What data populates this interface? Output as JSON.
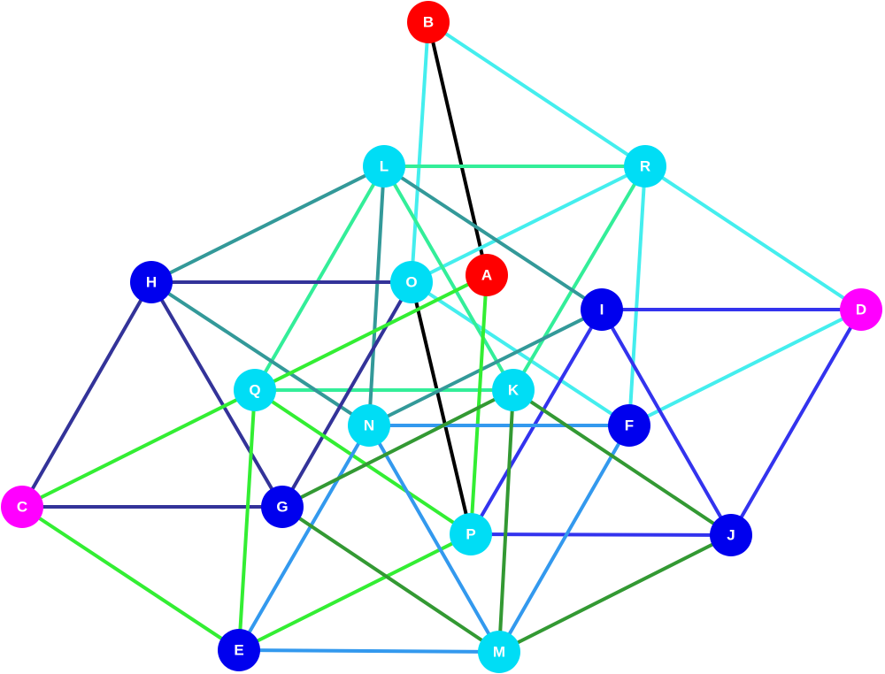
{
  "graph": {
    "nodes": [
      {
        "id": "A",
        "color": "#ff0000"
      },
      {
        "id": "B",
        "color": "#ff0000"
      },
      {
        "id": "C",
        "color": "#ff00ff"
      },
      {
        "id": "D",
        "color": "#ff00ff"
      },
      {
        "id": "E",
        "color": "#0000ee"
      },
      {
        "id": "F",
        "color": "#0000ee"
      },
      {
        "id": "G",
        "color": "#0000ee"
      },
      {
        "id": "H",
        "color": "#0000ee"
      },
      {
        "id": "I",
        "color": "#0000ee"
      },
      {
        "id": "J",
        "color": "#0000ee"
      },
      {
        "id": "K",
        "color": "#00ddf5"
      },
      {
        "id": "L",
        "color": "#00ddf5"
      },
      {
        "id": "M",
        "color": "#00ddf5"
      },
      {
        "id": "N",
        "color": "#00ddf5"
      },
      {
        "id": "O",
        "color": "#00ddf5"
      },
      {
        "id": "P",
        "color": "#00ddf5"
      },
      {
        "id": "Q",
        "color": "#00ddf5"
      },
      {
        "id": "R",
        "color": "#00ddf5"
      }
    ],
    "edges": [
      {
        "from": "B",
        "to": "A",
        "color": "#000000"
      },
      {
        "from": "O",
        "to": "P",
        "color": "#000000"
      },
      {
        "from": "B",
        "to": "R",
        "color": "#44eeee"
      },
      {
        "from": "B",
        "to": "O",
        "color": "#44eeee"
      },
      {
        "from": "R",
        "to": "O",
        "color": "#44eeee"
      },
      {
        "from": "R",
        "to": "D",
        "color": "#44eeee"
      },
      {
        "from": "R",
        "to": "F",
        "color": "#44eeee"
      },
      {
        "from": "O",
        "to": "F",
        "color": "#44eeee"
      },
      {
        "from": "D",
        "to": "F",
        "color": "#44eeee"
      },
      {
        "from": "L",
        "to": "R",
        "color": "#33ee99"
      },
      {
        "from": "L",
        "to": "Q",
        "color": "#33ee99"
      },
      {
        "from": "L",
        "to": "K",
        "color": "#33ee99"
      },
      {
        "from": "R",
        "to": "K",
        "color": "#33ee99"
      },
      {
        "from": "Q",
        "to": "K",
        "color": "#33ee99"
      },
      {
        "from": "L",
        "to": "H",
        "color": "#339999"
      },
      {
        "from": "L",
        "to": "N",
        "color": "#339999"
      },
      {
        "from": "L",
        "to": "I",
        "color": "#339999"
      },
      {
        "from": "H",
        "to": "N",
        "color": "#339999"
      },
      {
        "from": "I",
        "to": "N",
        "color": "#339999"
      },
      {
        "from": "H",
        "to": "O",
        "color": "#333399"
      },
      {
        "from": "H",
        "to": "C",
        "color": "#333399"
      },
      {
        "from": "H",
        "to": "G",
        "color": "#333399"
      },
      {
        "from": "C",
        "to": "G",
        "color": "#333399"
      },
      {
        "from": "O",
        "to": "G",
        "color": "#333399"
      },
      {
        "from": "A",
        "to": "C",
        "color": "#33ee33"
      },
      {
        "from": "A",
        "to": "P",
        "color": "#33ee33"
      },
      {
        "from": "Q",
        "to": "P",
        "color": "#33ee33"
      },
      {
        "from": "Q",
        "to": "E",
        "color": "#33ee33"
      },
      {
        "from": "C",
        "to": "E",
        "color": "#33ee33"
      },
      {
        "from": "P",
        "to": "E",
        "color": "#33ee33"
      },
      {
        "from": "I",
        "to": "D",
        "color": "#3333ee"
      },
      {
        "from": "I",
        "to": "P",
        "color": "#3333ee"
      },
      {
        "from": "I",
        "to": "J",
        "color": "#3333ee"
      },
      {
        "from": "D",
        "to": "J",
        "color": "#3333ee"
      },
      {
        "from": "P",
        "to": "J",
        "color": "#3333ee"
      },
      {
        "from": "N",
        "to": "F",
        "color": "#3399ee"
      },
      {
        "from": "N",
        "to": "E",
        "color": "#3399ee"
      },
      {
        "from": "N",
        "to": "M",
        "color": "#3399ee"
      },
      {
        "from": "E",
        "to": "M",
        "color": "#3399ee"
      },
      {
        "from": "F",
        "to": "M",
        "color": "#3399ee"
      },
      {
        "from": "K",
        "to": "G",
        "color": "#339933"
      },
      {
        "from": "K",
        "to": "J",
        "color": "#339933"
      },
      {
        "from": "K",
        "to": "M",
        "color": "#339933"
      },
      {
        "from": "G",
        "to": "M",
        "color": "#339933"
      },
      {
        "from": "J",
        "to": "M",
        "color": "#339933"
      }
    ]
  }
}
